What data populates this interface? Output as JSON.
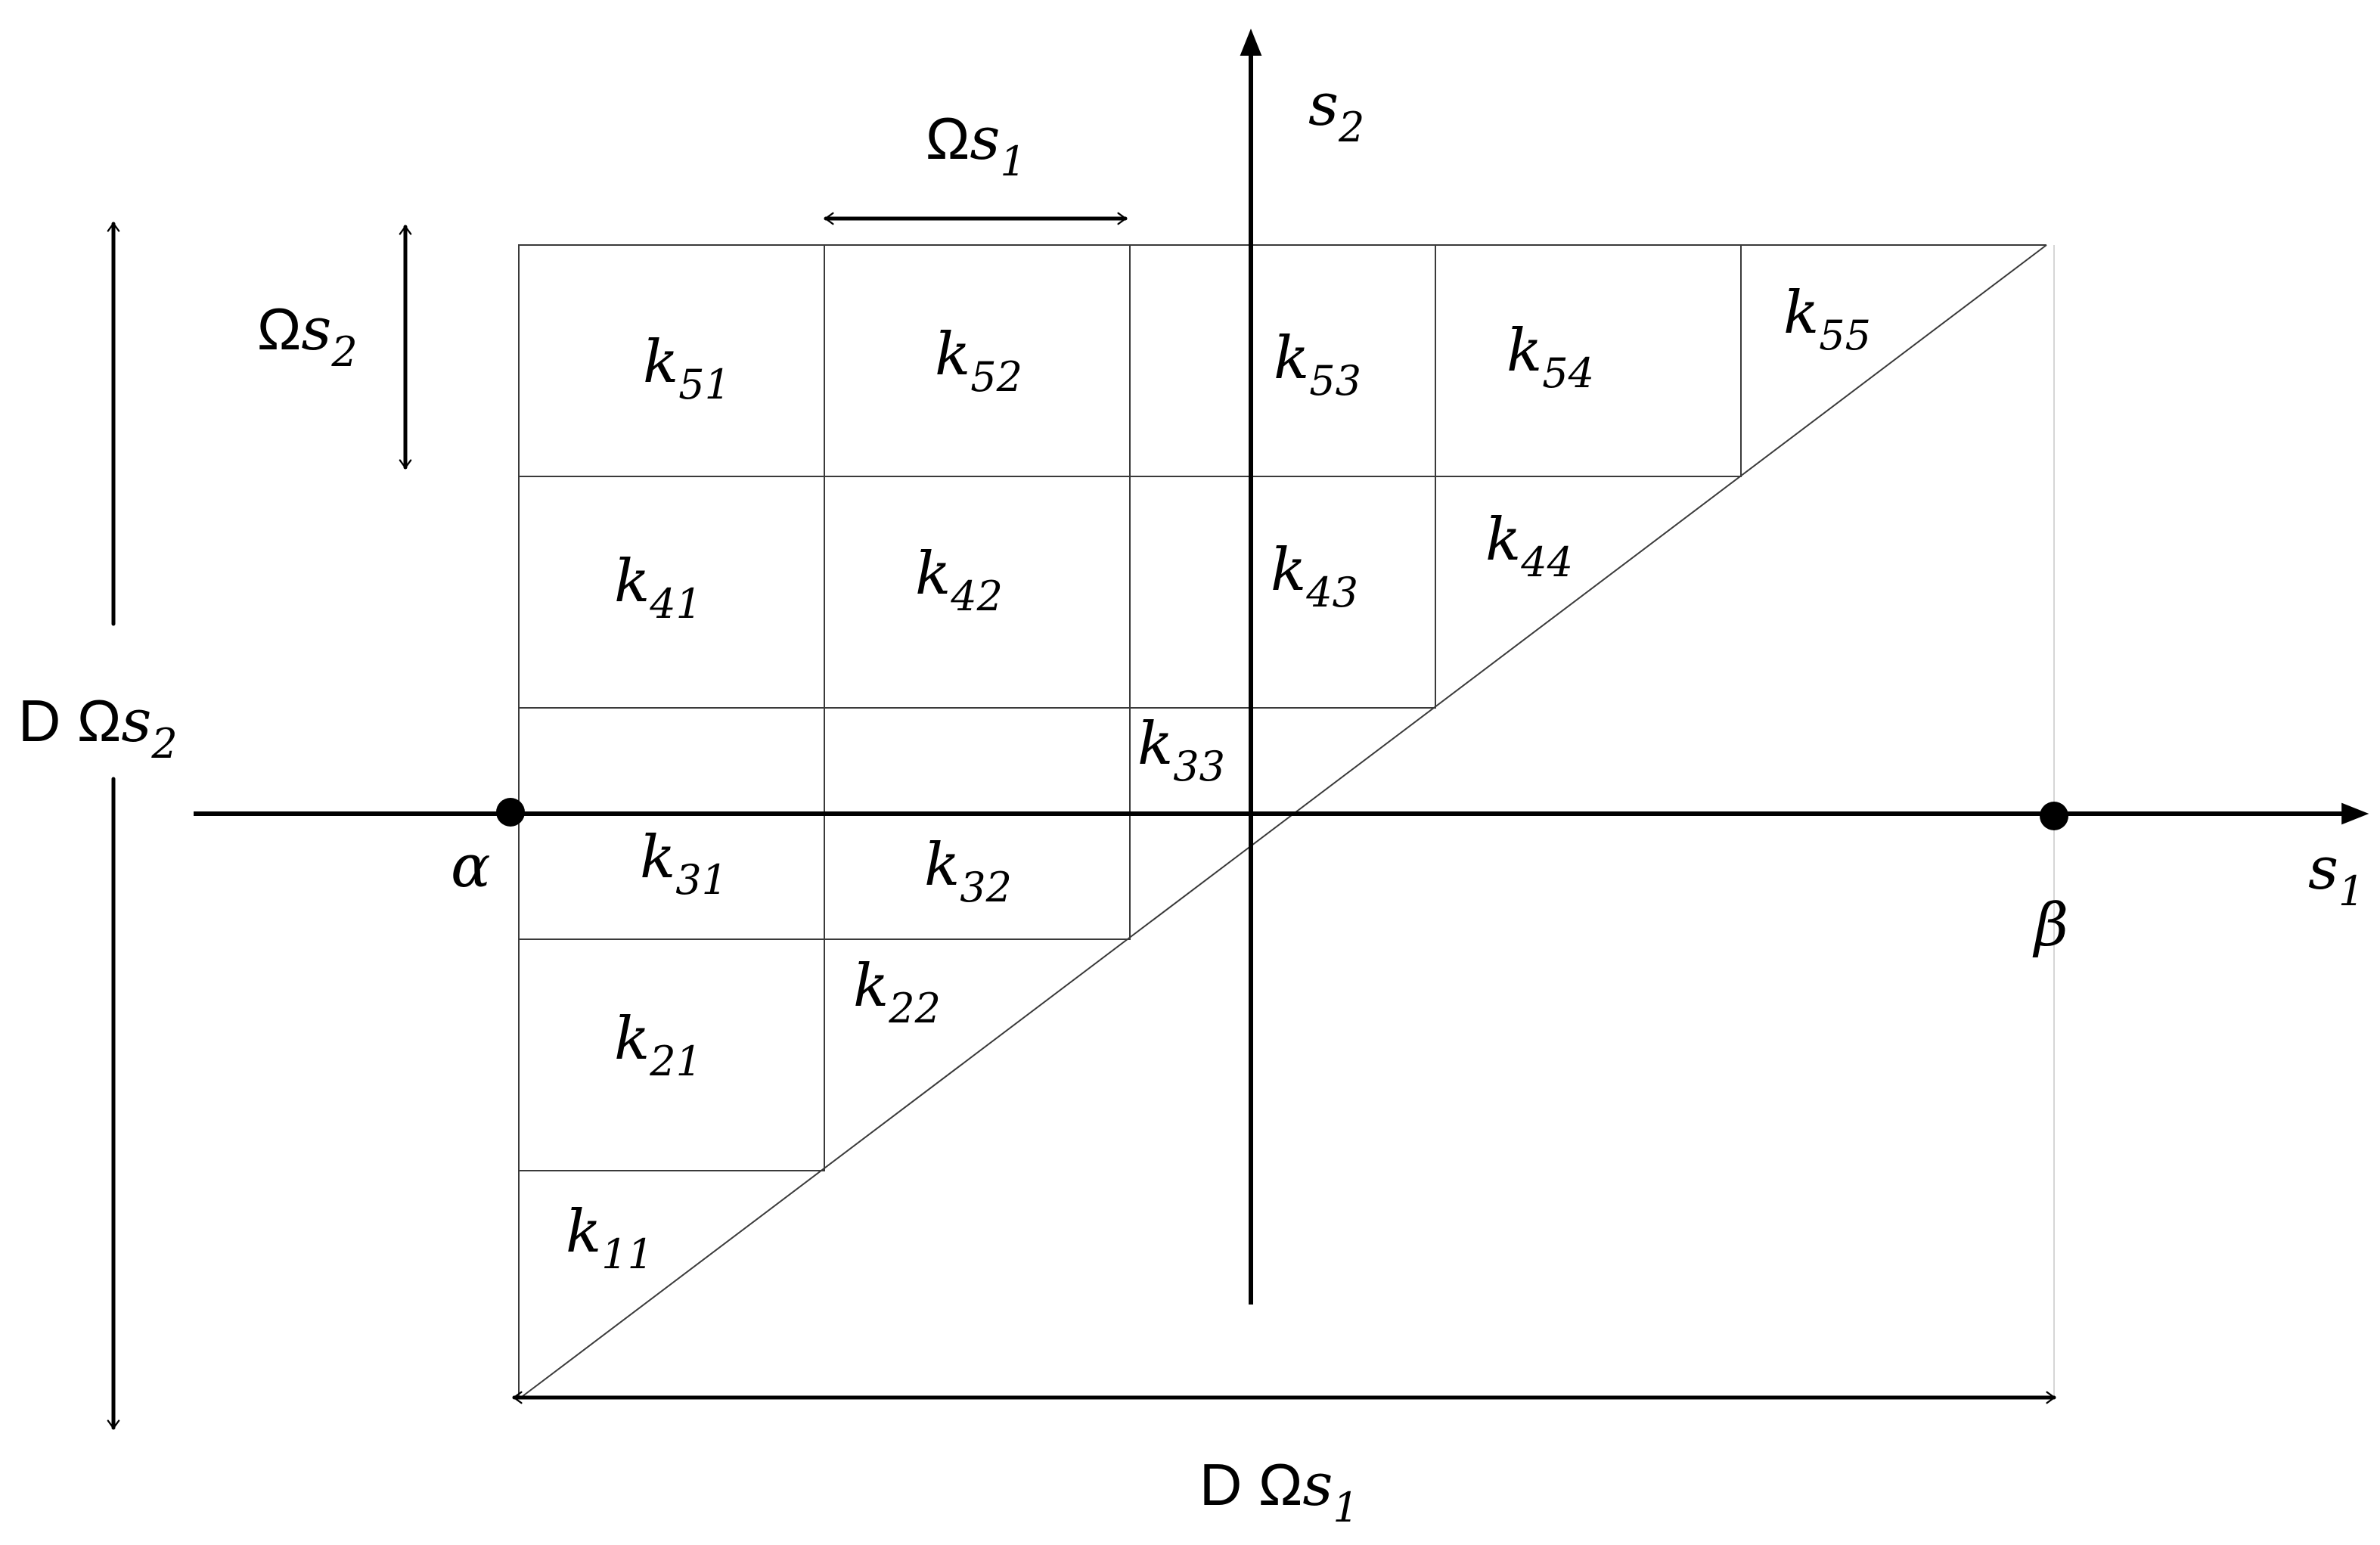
{
  "axes": {
    "s1_label": {
      "base": "s",
      "sub": "1"
    },
    "s2_label": {
      "base": "s",
      "sub": "2"
    }
  },
  "points": {
    "alpha": "α",
    "beta": "β"
  },
  "dimensions": {
    "omega_s1": {
      "prefix": "Ω",
      "base": "s",
      "sub": "1"
    },
    "omega_s2": {
      "prefix": "Ω",
      "base": "s",
      "sub": "2"
    },
    "d_omega_s1": {
      "prefix": "D Ω",
      "base": "s",
      "sub": "1"
    },
    "d_omega_s2": {
      "prefix": "D Ω",
      "base": "s",
      "sub": "2"
    }
  },
  "cells": {
    "k11": {
      "base": "k",
      "sub": "11"
    },
    "k21": {
      "base": "k",
      "sub": "21"
    },
    "k22": {
      "base": "k",
      "sub": "22"
    },
    "k31": {
      "base": "k",
      "sub": "31"
    },
    "k32": {
      "base": "k",
      "sub": "32"
    },
    "k33": {
      "base": "k",
      "sub": "33"
    },
    "k41": {
      "base": "k",
      "sub": "41"
    },
    "k42": {
      "base": "k",
      "sub": "42"
    },
    "k43": {
      "base": "k",
      "sub": "43"
    },
    "k44": {
      "base": "k",
      "sub": "44"
    },
    "k51": {
      "base": "k",
      "sub": "51"
    },
    "k52": {
      "base": "k",
      "sub": "52"
    },
    "k53": {
      "base": "k",
      "sub": "53"
    },
    "k54": {
      "base": "k",
      "sub": "54"
    },
    "k55": {
      "base": "k",
      "sub": "55"
    }
  }
}
